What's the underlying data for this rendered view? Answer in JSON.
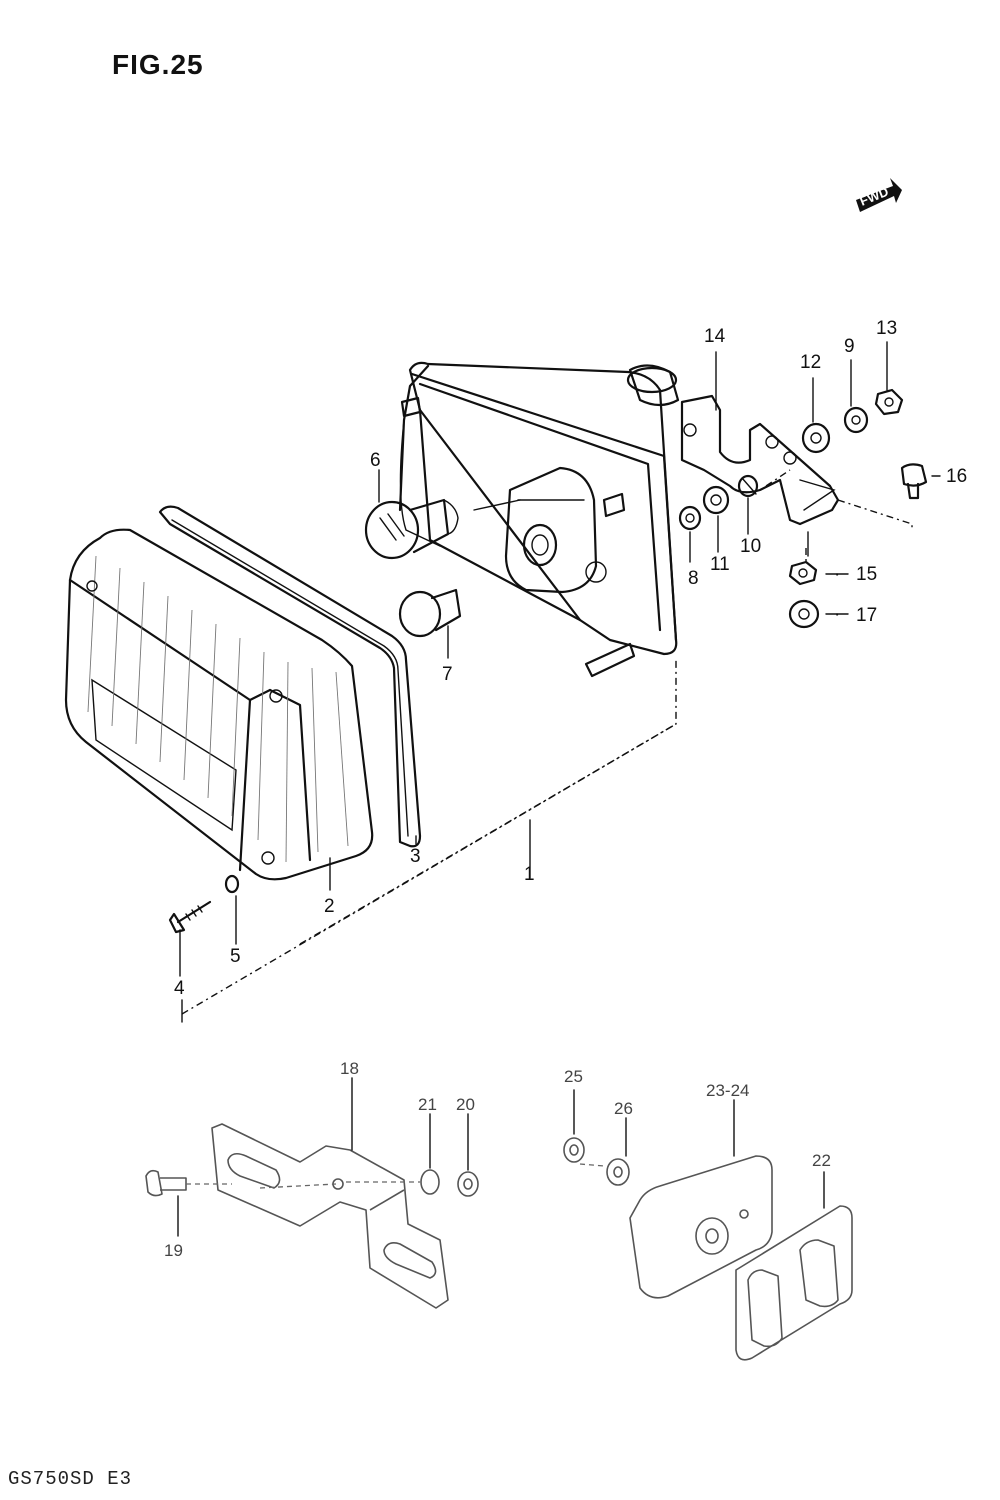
{
  "figure": {
    "title": "FIG.25",
    "model_code": "GS750SD E3",
    "direction_marker": "FWD"
  },
  "part_labels": {
    "p1": "1",
    "p2": "2",
    "p3": "3",
    "p4": "4",
    "p5": "5",
    "p6": "6",
    "p7": "7",
    "p8": "8",
    "p9": "9",
    "p10": "10",
    "p11": "11",
    "p12": "12",
    "p13": "13",
    "p14": "14",
    "p15": "15",
    "p16": "16",
    "p17": "17",
    "p18": "18",
    "p19": "19",
    "p20": "20",
    "p21": "21",
    "p22": "22",
    "p23_24": "23-24",
    "p25": "25",
    "p26": "26"
  }
}
